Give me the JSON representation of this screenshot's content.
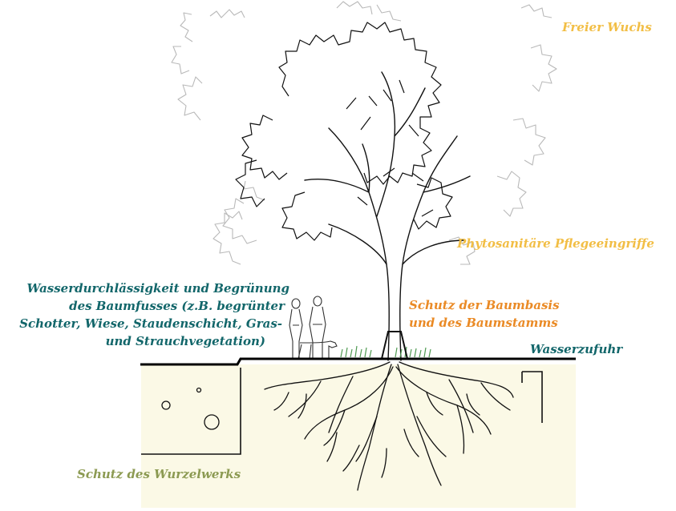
{
  "labels": {
    "freier_wuchs": "Freier Wuchs",
    "phytosanitaer": "Phytosanitäre Pflegeeingriffe",
    "wasserdurchlaessigkeit": [
      "Wasserdurchlässigkeit und Begrünung",
      "des Baumfusses (z.B. begrünter",
      "Schotter, Wiese, Staudenschicht, Gras-",
      "und Strauchvegetation)"
    ],
    "schutz_baumbasis": [
      "Schutz der Baumbasis",
      "und des Baumstamms"
    ],
    "wasserzufuhr": "Wasserzufuhr",
    "schutz_wurzelwerk": "Schutz des Wurzelwerks"
  },
  "colors": {
    "yellow": "#f2be45",
    "orange": "#ea8a25",
    "teal": "#12666a",
    "olive": "#8c9a52",
    "soil": "#fbf9e6",
    "ink": "#000000",
    "grey_canopy": "#b9b9b9",
    "grass": "#4f9a52"
  }
}
